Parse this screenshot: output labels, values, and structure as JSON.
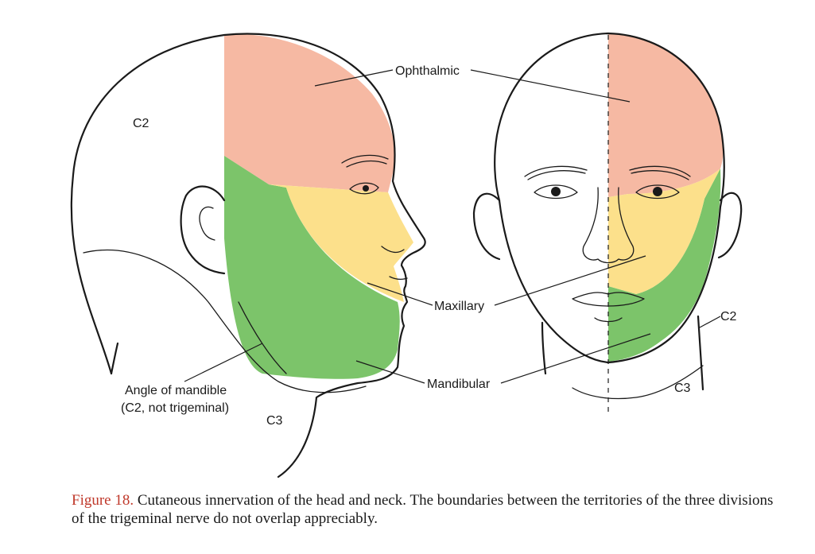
{
  "colors": {
    "ophthalmic": "#f6b9a3",
    "maxillary": "#fce08b",
    "mandibular": "#7cc46a",
    "figure_label": "#c0392b"
  },
  "labels": {
    "ophthalmic": "Ophthalmic",
    "maxillary": "Maxillary",
    "mandibular": "Mandibular",
    "c2_profile": "C2",
    "c2_front": "C2",
    "c3_profile": "C3",
    "c3_front": "C3",
    "angle_line1": "Angle of mandible",
    "angle_line2": "(C2, not trigeminal)"
  },
  "caption": {
    "figure_label": "Figure 18.",
    "text": " Cutaneous innervation of the head and neck. The boundaries between the territories of the three divisions of the trigeminal nerve do not overlap appreciably."
  }
}
